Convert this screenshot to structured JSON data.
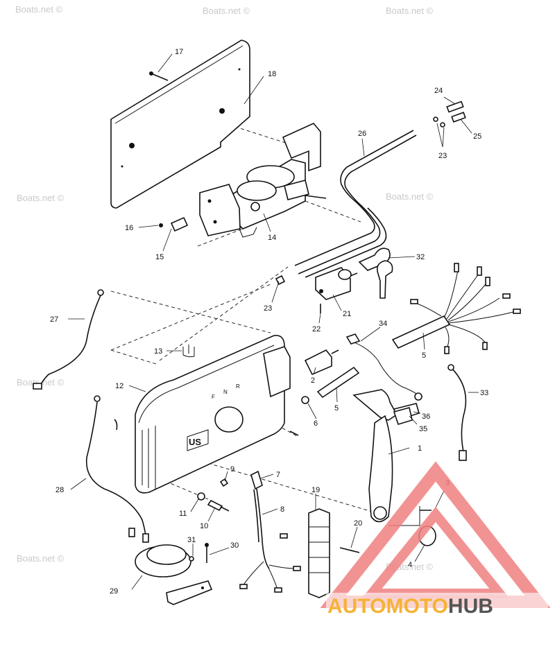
{
  "watermark": "Boats.net ©",
  "logo": {
    "word_a": "AUTOMOTO",
    "word_b": "HUB",
    "color_a": "#f5b335",
    "color_b": "#555555",
    "triangle_color": "#f08080"
  },
  "housing_letters": {
    "f": "F",
    "n": "N",
    "r": "R",
    "badge": "US"
  },
  "callouts": {
    "c1": "1",
    "c2": "2",
    "c3": "3",
    "c4": "4",
    "c5a": "5",
    "c5b": "5",
    "c6": "6",
    "c7": "7",
    "c8": "8",
    "c9": "9",
    "c10": "10",
    "c11": "11",
    "c12": "12",
    "c13": "13",
    "c14": "14",
    "c15": "15",
    "c16": "16",
    "c17": "17",
    "c18": "18",
    "c19": "19",
    "c20": "20",
    "c21": "21",
    "c22": "22",
    "c23a": "23",
    "c23b": "23",
    "c24": "24",
    "c25": "25",
    "c26": "26",
    "c27": "27",
    "c28": "28",
    "c29": "29",
    "c30": "30",
    "c31": "31",
    "c32": "32",
    "c33": "33",
    "c34": "34",
    "c35": "35",
    "c36": "36"
  }
}
